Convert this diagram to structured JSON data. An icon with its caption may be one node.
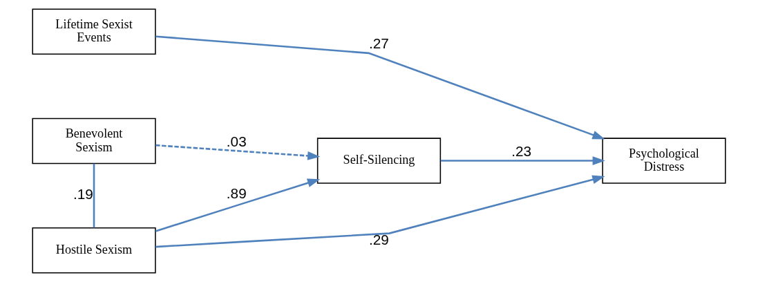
{
  "diagram": {
    "nodes": [
      {
        "text": [
          "Lifetime Sexist Events"
        ]
      },
      {
        "text": [
          "Benevolent Sexism"
        ]
      },
      {
        "text": [
          "Hostile Sexism"
        ]
      },
      {
        "text": [
          "Self-Silencing"
        ]
      },
      {
        "text": [
          "Psychological Distress"
        ]
      }
    ],
    "edges": [
      {
        "from": 0,
        "to": 4,
        "arrow": "to",
        "label": ".27"
      },
      {
        "from": 1,
        "to": 3,
        "arrow": "to",
        "label": ".03",
        "style": "dashed"
      },
      {
        "from": 3,
        "to": 4,
        "arrow": "to",
        "label": ".23"
      },
      {
        "from": 1,
        "to": 2,
        "arrow": "none",
        "label": ".19"
      },
      {
        "from": 2,
        "to": 3,
        "arrow": "to",
        "label": ".89"
      },
      {
        "from": 2,
        "to": 4,
        "arrow": "to",
        "label": ".29"
      }
    ]
  }
}
